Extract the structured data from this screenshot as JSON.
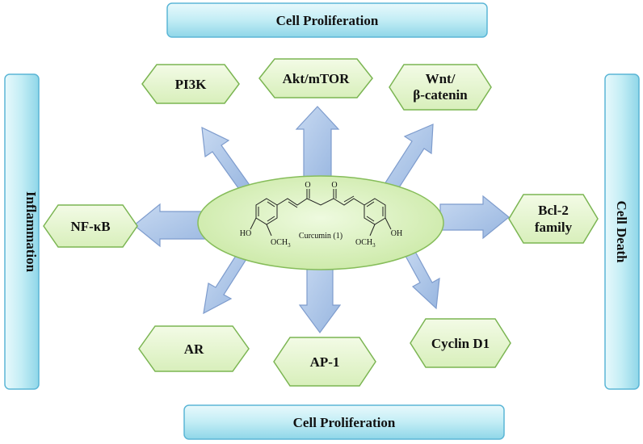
{
  "bars": {
    "top": "Cell Proliferation",
    "bottom": "Cell Proliferation",
    "left": "Inflammation",
    "right": "Cell  Death"
  },
  "center": {
    "compound_label": "Curcumin (1)",
    "atoms": {
      "o_left": "O",
      "o_right": "O",
      "ho": "HO",
      "oh": "OH",
      "och3_left": "OCH",
      "och3_right": "OCH",
      "sub3": "3"
    }
  },
  "targets": {
    "pi3k": "PI3K",
    "akt": "Akt/mTOR",
    "wnt_line1": "Wnt/",
    "wnt_line2": "β-catenin",
    "nfkb": "NF-κB",
    "bcl2_line1": "Bcl-2",
    "bcl2_line2": "family",
    "ar": "AR",
    "ap1": "AP-1",
    "cyclin": "Cyclin D1"
  },
  "colors": {
    "bar_fill": "#c6eef4",
    "bar_stroke": "#4aaed0",
    "hex_fill": "#e6f7cf",
    "hex_stroke": "#7bb552",
    "ellipse_fill": "#d9f2b8",
    "arrow_fill": "#a9c4e6",
    "arrow_stroke": "#7e9ccd"
  }
}
